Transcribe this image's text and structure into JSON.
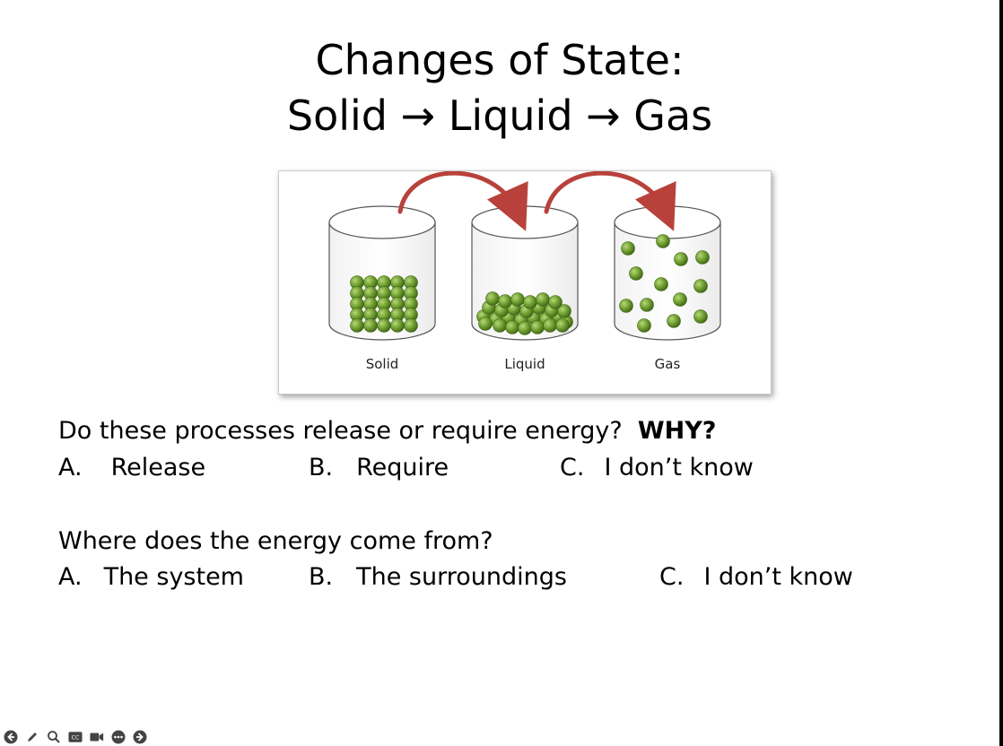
{
  "slide": {
    "title_line1": "Changes of State:",
    "title_line2": "Solid → Liquid → Gas",
    "figure": {
      "labels": [
        "Solid",
        "Liquid",
        "Gas"
      ],
      "particle_color": "#6e9e2f",
      "arrow_color": "#b8423b"
    },
    "question1": {
      "text": "Do these processes release or require energy?",
      "emphasis": "WHY?",
      "options": [
        {
          "letter": "A.",
          "text": "Release"
        },
        {
          "letter": "B.",
          "text": "Require"
        },
        {
          "letter": "C.",
          "text": "I don’t know"
        }
      ]
    },
    "question2": {
      "text": "Where does the energy come from?",
      "options": [
        {
          "letter": "A.",
          "text": "The system"
        },
        {
          "letter": "B.",
          "text": "The surroundings"
        },
        {
          "letter": "C.",
          "text": "I don’t know"
        }
      ]
    }
  },
  "toolbar": {
    "icons": [
      "previous-slide-icon",
      "pen-icon",
      "zoom-icon",
      "captions-icon",
      "camera-icon",
      "more-options-icon",
      "next-slide-icon"
    ]
  }
}
